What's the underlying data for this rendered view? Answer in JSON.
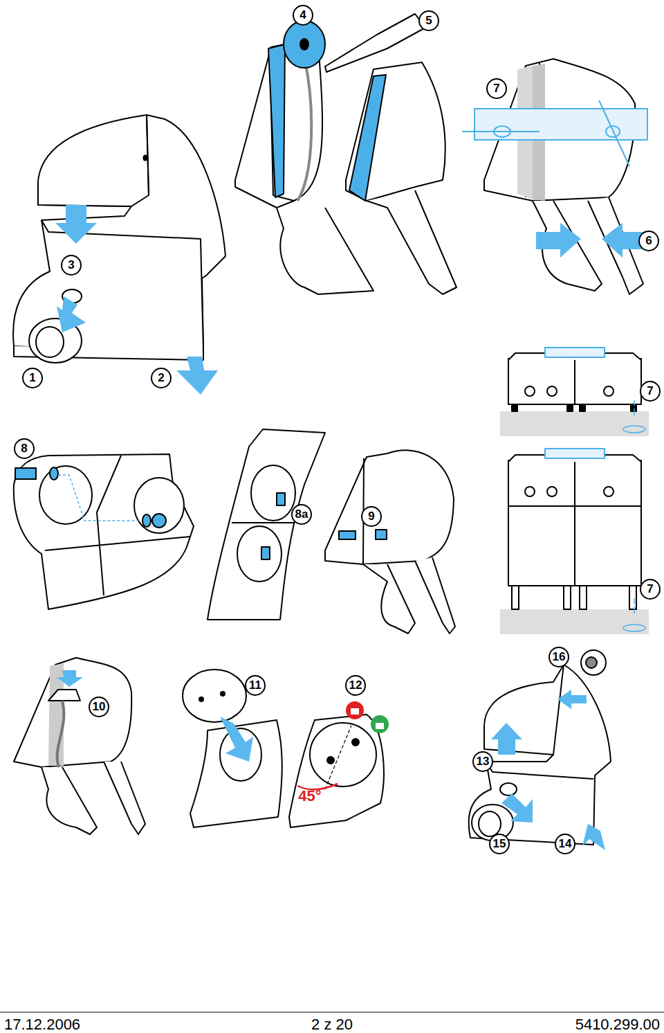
{
  "diagram": {
    "labels": [
      "4",
      "5",
      "7",
      "3",
      "6",
      "1",
      "2",
      "7",
      "8",
      "8a",
      "9",
      "7",
      "10",
      "11",
      "12",
      "16",
      "13",
      "15",
      "14",
      "45°",
      "17.12.2006",
      "2 z 20",
      "5410.299.00"
    ]
  }
}
